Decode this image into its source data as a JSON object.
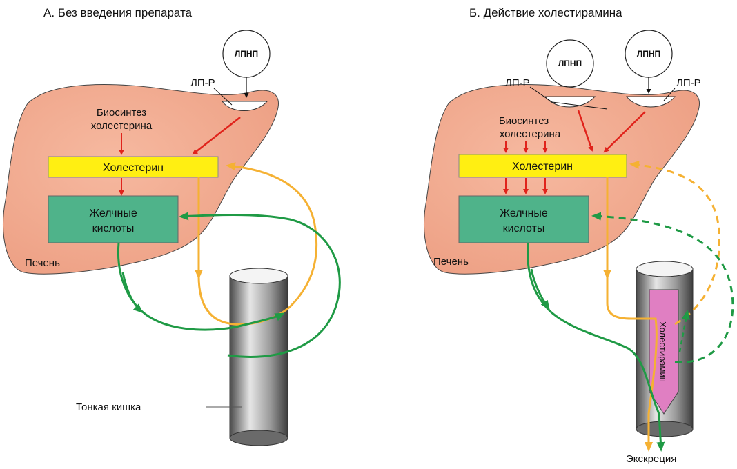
{
  "panel_a": {
    "title": "А. Без введения препарата",
    "ldl": "ЛПНП",
    "receptor": "ЛП-Р",
    "biosynthesis_line1": "Биосинтез",
    "biosynthesis_line2": "холестерина",
    "cholesterol": "Холестерин",
    "bile_line1": "Желчные",
    "bile_line2": "кислоты",
    "liver": "Печень",
    "intestine": "Тонкая кишка"
  },
  "panel_b": {
    "title": "Б. Действие холестирамина",
    "ldl_left": "ЛПНП",
    "ldl_right": "ЛПНП",
    "receptor_left": "ЛП-Р",
    "receptor_right": "ЛП-Р",
    "biosynthesis_line1": "Биосинтез",
    "biosynthesis_line2": "холестерина",
    "cholesterol": "Холестерин",
    "bile_line1": "Желчные",
    "bile_line2": "кислоты",
    "liver": "Печень",
    "drug": "Холестирамин",
    "excretion": "Экскреция"
  },
  "colors": {
    "liver": "#f2a98e",
    "cholesterol_box": "#ffef12",
    "bile_box": "#4fb38a",
    "red_arrow": "#e0231b",
    "orange_path": "#f5b133",
    "green_path": "#1f9a45",
    "drug": "#e07fc2"
  }
}
